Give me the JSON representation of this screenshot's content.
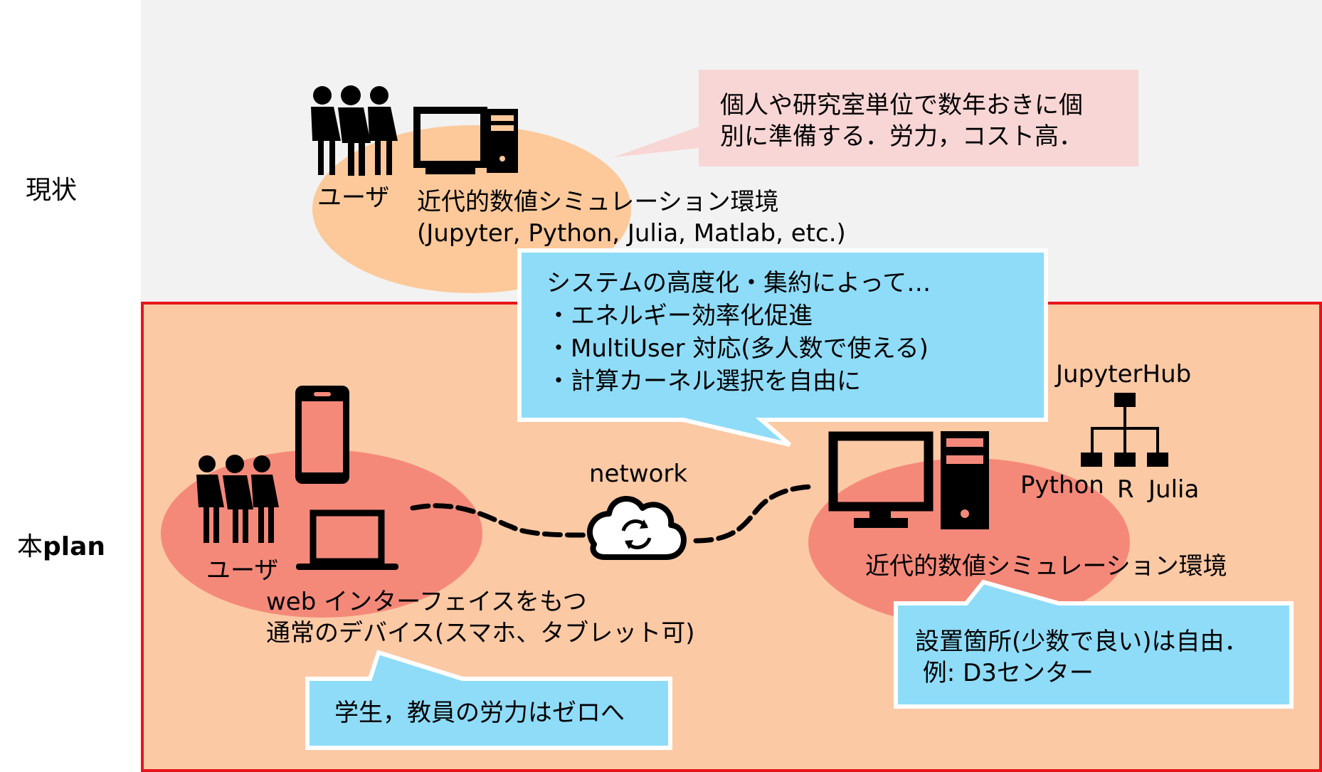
{
  "rows": {
    "current_label": "現状",
    "plan_label_prefix": "本",
    "plan_label_bold": "plan"
  },
  "current": {
    "user_label": "ユーザ",
    "env_line1": "近代的数値シミュレーション環境",
    "env_line2": "(Jupyter, Python, Julia, Matlab, etc.)",
    "callout_line1": "個人や研究室単位で数年おきに個",
    "callout_line2": "別に準備する．労力，コスト高．"
  },
  "plan": {
    "benefits_line1": "システムの高度化・集約によって…",
    "benefits_line2": "・エネルギー効率化促進",
    "benefits_line3": "・MultiUser 対応(多人数で使える)",
    "benefits_line4": "・計算カーネル選択を自由に",
    "hub_label": "JupyterHub",
    "kernel_python": "Python",
    "kernel_r": "R",
    "kernel_julia": "Julia",
    "network_label": "network",
    "user_label": "ユーザ",
    "device_line1": "web インターフェイスをもつ",
    "device_line2": "通常のデバイス(スマホ、タブレット可)",
    "env_label": "近代的数値シミュレーション環境",
    "effort_callout": "学生，教員の労力はゼロへ",
    "location_line1": "設置箇所(少数で良い)は自由．",
    "location_line2": " 例: D3センター"
  },
  "colors": {
    "current_bg": "#f2f2f2",
    "plan_bg": "#fcc9a5",
    "plan_border": "#e8141b",
    "current_ellipse": "#fdc99a",
    "plan_ellipse": "#f4897a",
    "pink_callout": "#f8d6d5",
    "blue_callout": "#8fdcf9"
  }
}
